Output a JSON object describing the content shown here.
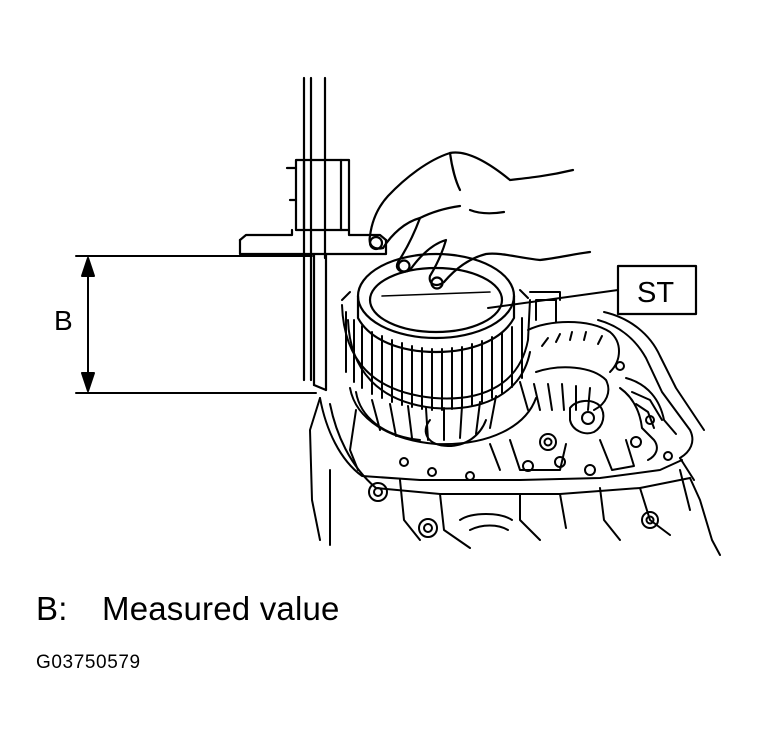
{
  "figure": {
    "dimension_label": "B",
    "tool_label": "ST"
  },
  "legend": {
    "key": "B:",
    "description": "Measured value"
  },
  "figure_code": "G03750579"
}
